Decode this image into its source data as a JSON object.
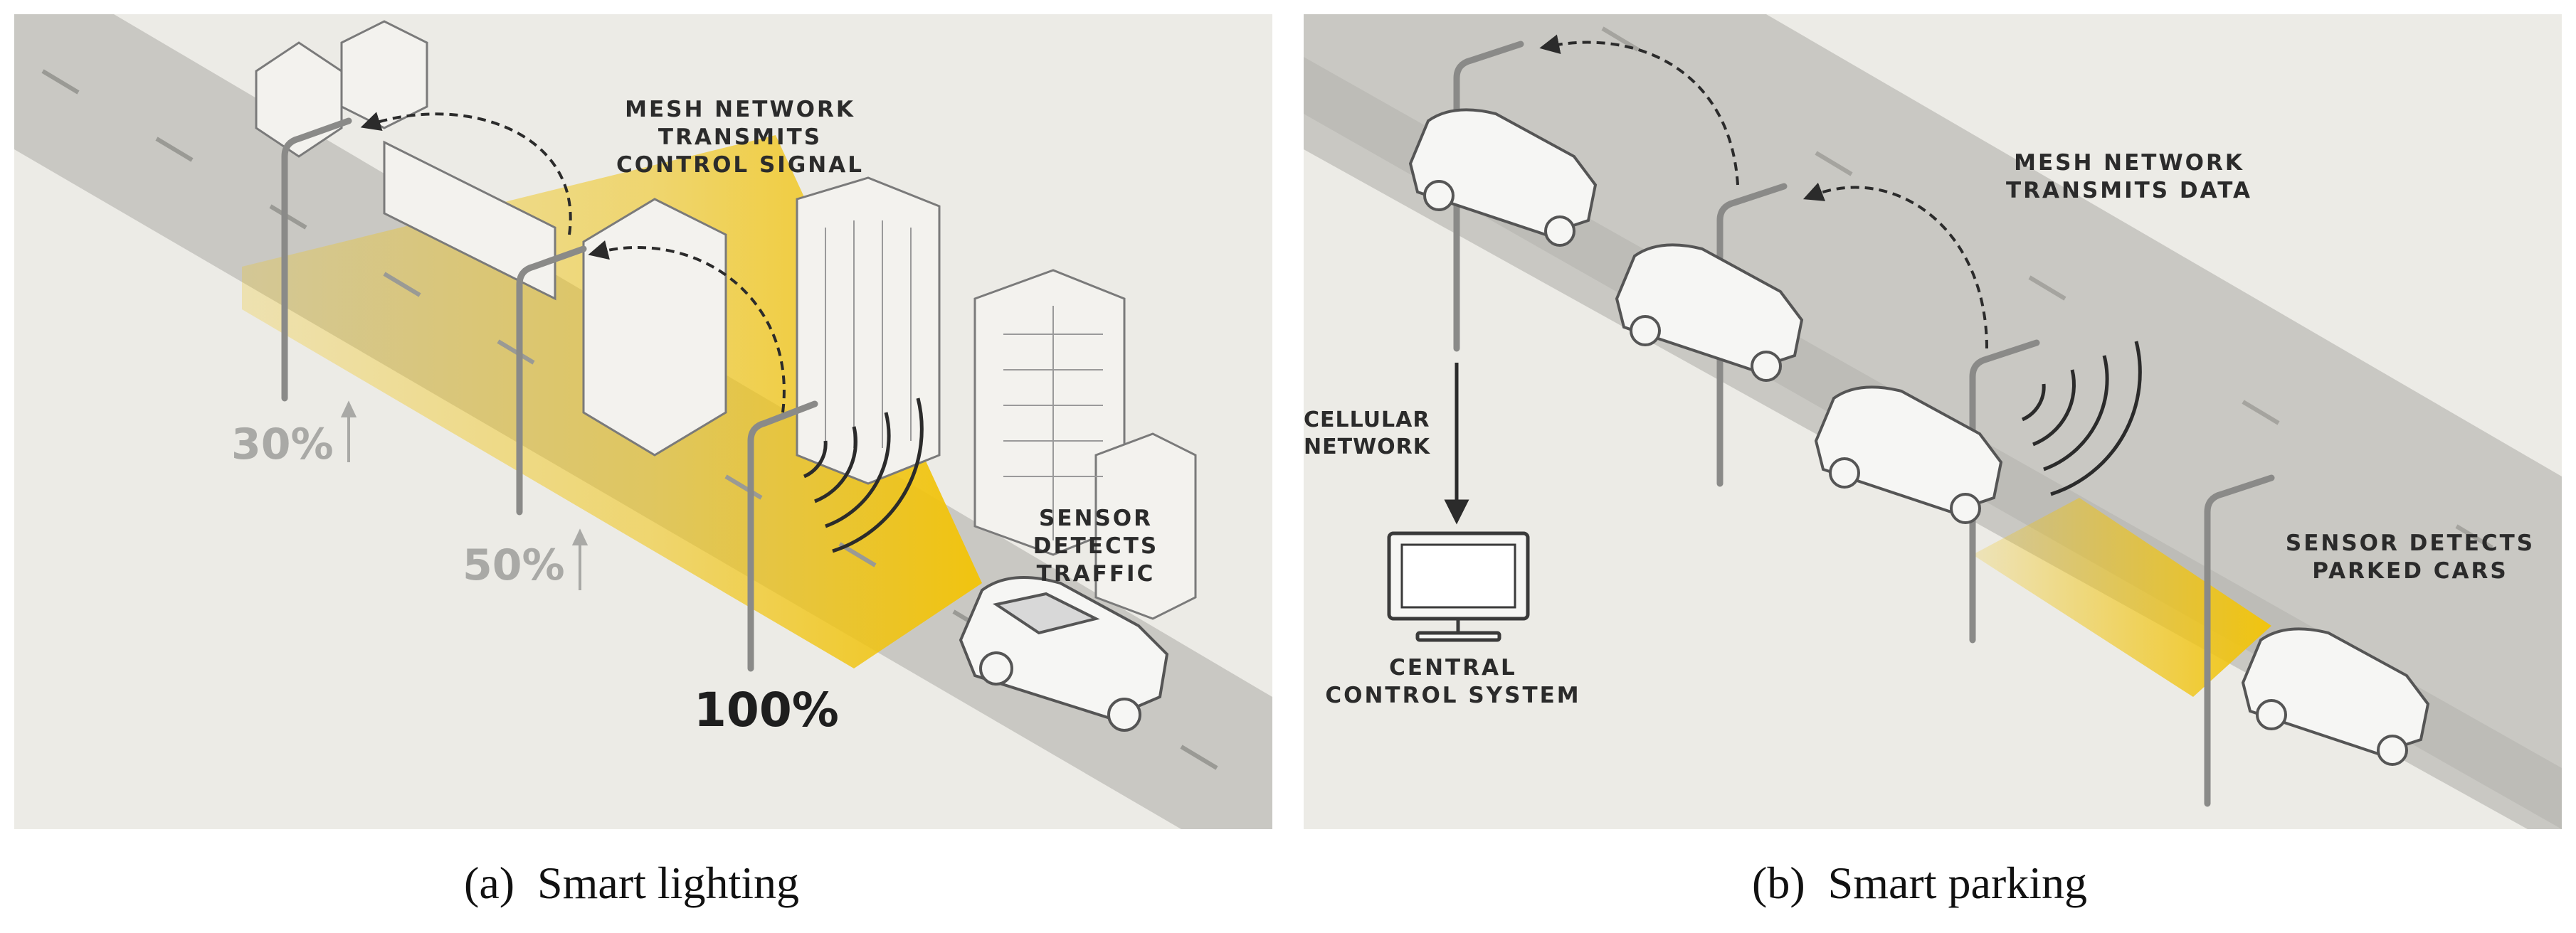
{
  "panel_a": {
    "mesh_label": "MESH NETWORK TRANSMITS\nCONTROL SIGNAL",
    "sensor_label": "SENSOR DETECTS\nTRAFFIC",
    "levels": [
      {
        "value": "30%",
        "color": "#a9a9a6"
      },
      {
        "value": "50%",
        "color": "#a9a9a6"
      },
      {
        "value": "100%",
        "color": "#1e1e1e"
      }
    ],
    "caption_tag": "(a)",
    "caption_text": "Smart lighting"
  },
  "panel_b": {
    "mesh_label": "MESH NETWORK\nTRANSMITS DATA",
    "cellular_label": "CELLULAR\nNETWORK",
    "control_label": "CENTRAL\nCONTROL SYSTEM",
    "sensor_label": "SENSOR DETECTS\nPARKED CARS",
    "caption_tag": "(b)",
    "caption_text": "Smart parking"
  },
  "colors": {
    "light_beam": "#f1c40f",
    "road": "#c9c8c3",
    "background": "#ecebe6",
    "line_art": "#6f6f6f"
  }
}
